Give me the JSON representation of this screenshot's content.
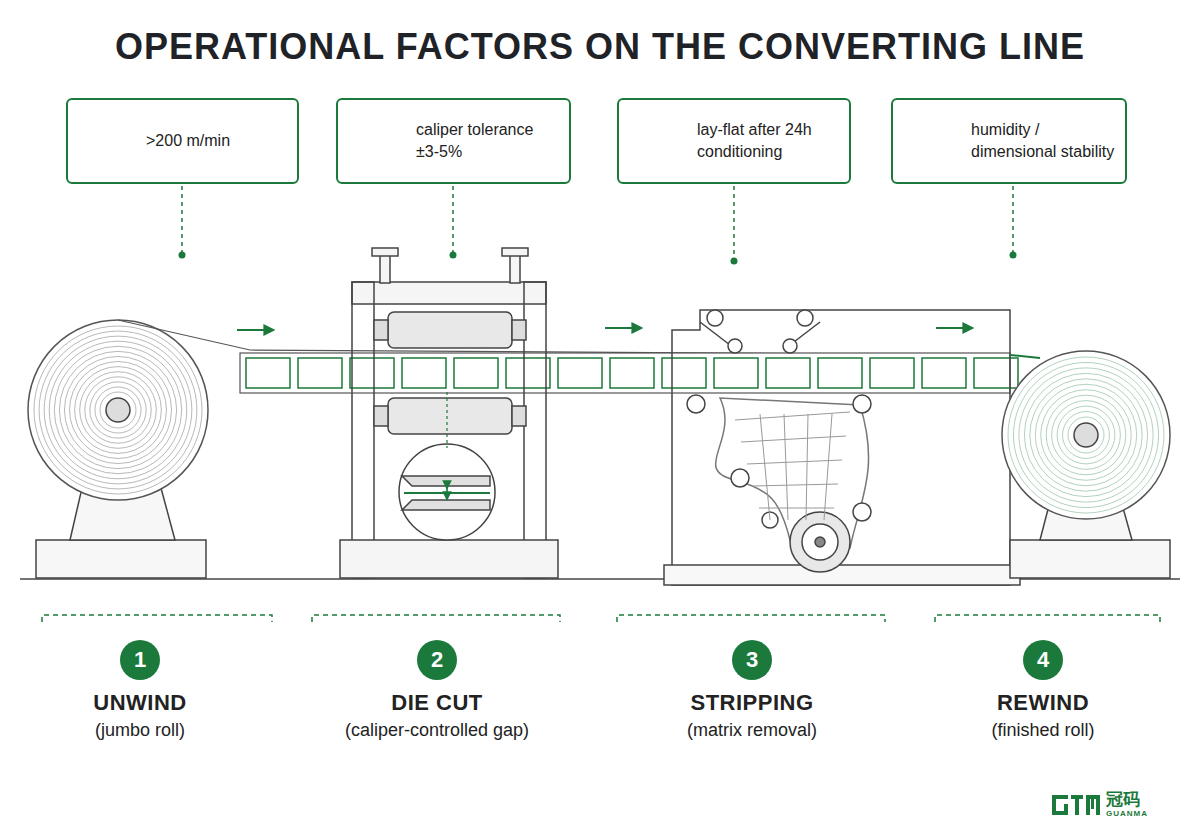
{
  "diagram": {
    "title": "OPERATIONAL FACTORS ON THE CONVERTING LINE",
    "nodes": [
      {
        "text": [
          ">200 m/min"
        ]
      },
      {
        "text": [
          "caliper tolerance ±3-5%"
        ]
      },
      {
        "text": [
          "lay-flat after 24h conditioning"
        ]
      },
      {
        "text": [
          "humidity / dimensional stability"
        ]
      },
      {
        "text": [
          "1",
          "UNWIND",
          "(jumbo roll)"
        ]
      },
      {
        "text": [
          "2",
          "DIE CUT",
          "(caliper-controlled gap)"
        ]
      },
      {
        "text": [
          "3",
          "STRIPPING",
          "(matrix removal)"
        ]
      },
      {
        "text": [
          "4",
          "REWIND",
          "(finished roll)"
        ]
      }
    ],
    "labels": [
      "冠码",
      "GUANMA"
    ]
  }
}
